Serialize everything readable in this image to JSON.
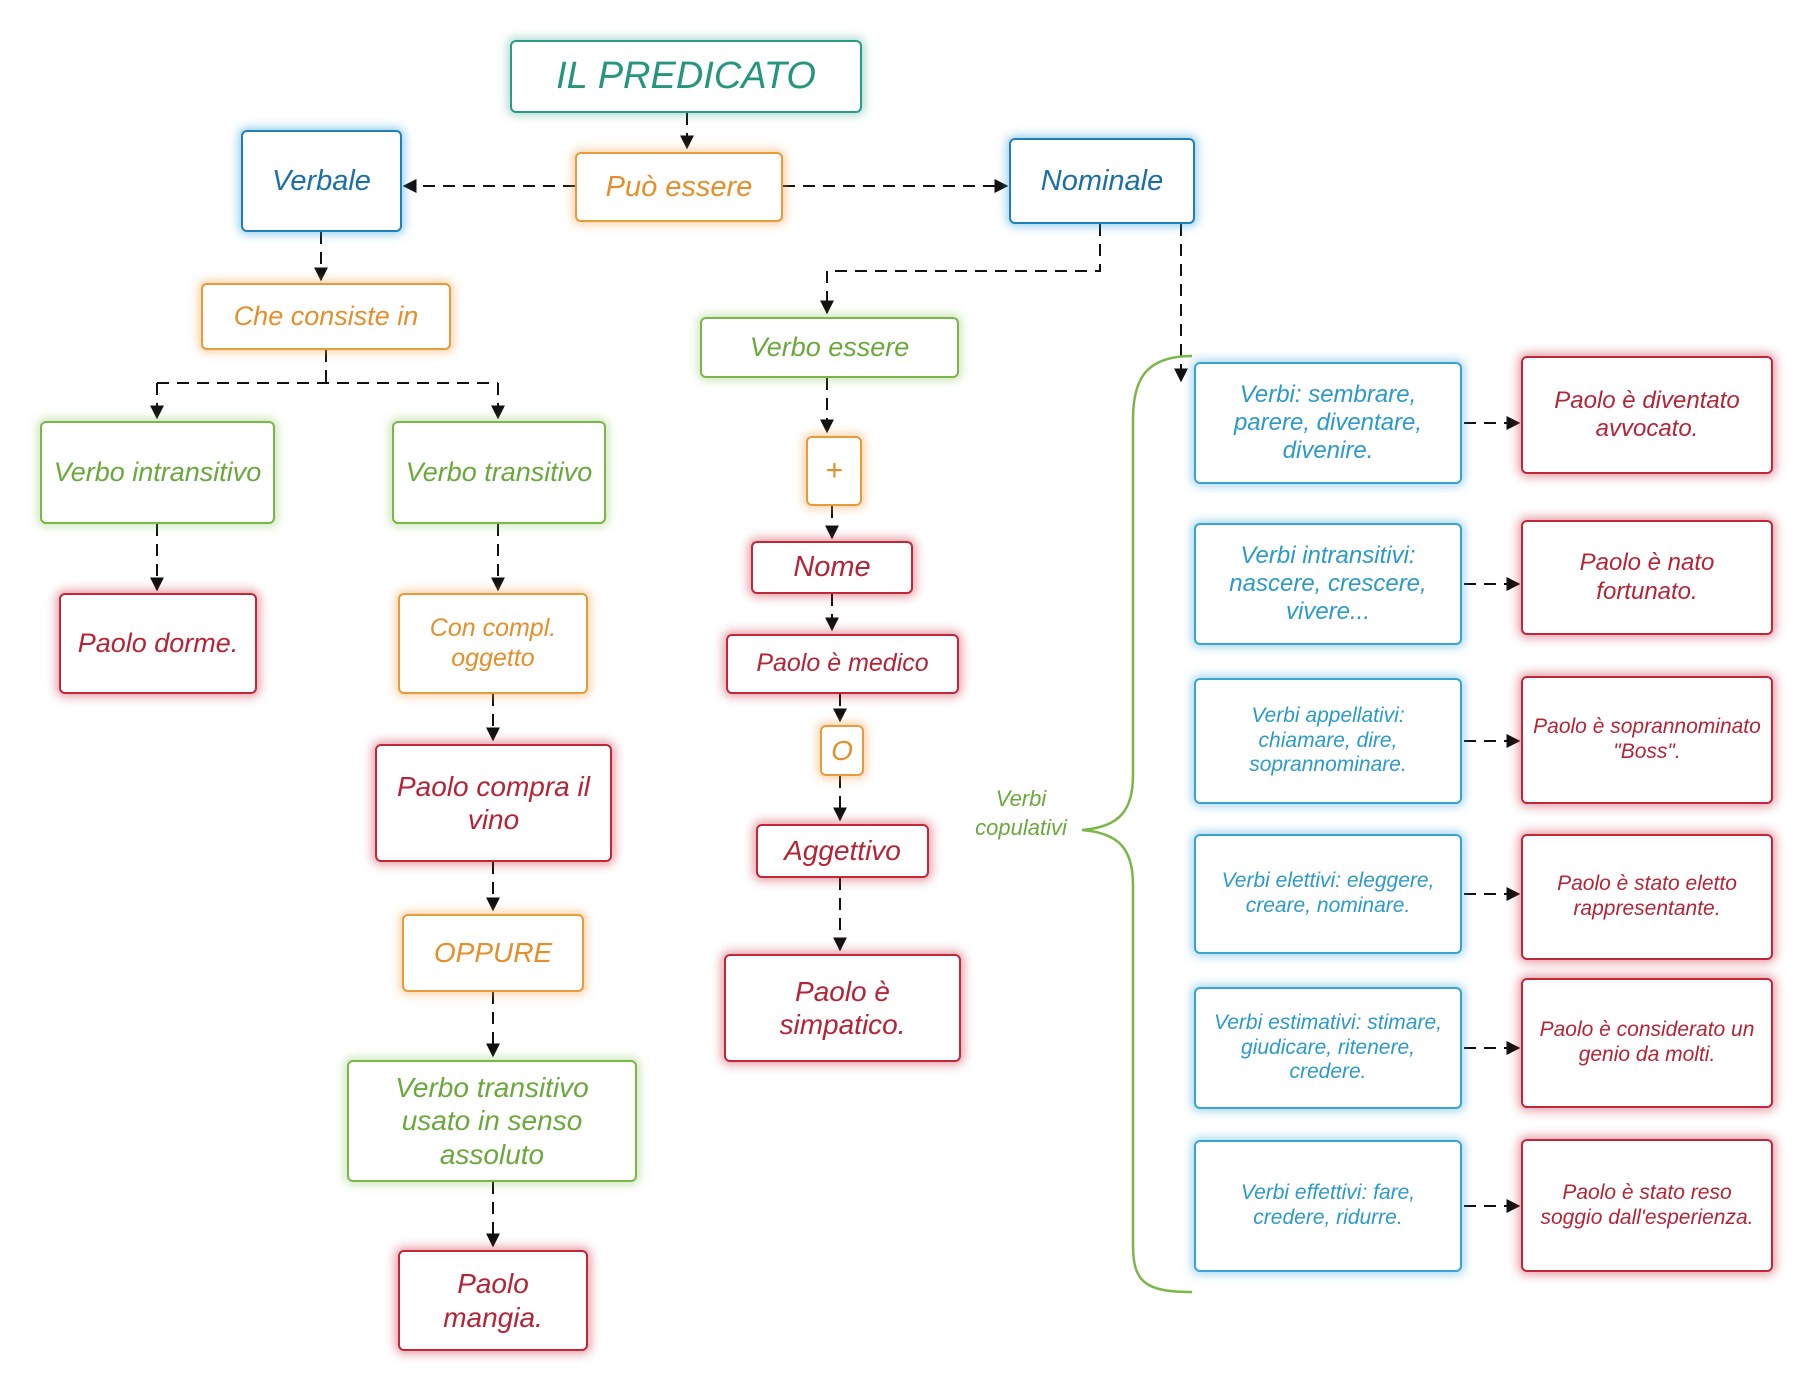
{
  "title": "IL PREDICATO",
  "nodes": {
    "puo_essere": "Può essere",
    "verbale": "Verbale",
    "nominale": "Nominale",
    "che_consiste_in": "Che consiste in",
    "verbo_intransitivo": "Verbo intransitivo",
    "verbo_transitivo": "Verbo transitivo",
    "paolo_dorme": "Paolo dorme.",
    "con_compl_oggetto": "Con compl. oggetto",
    "paolo_compra": "Paolo compra il vino",
    "oppure": "OPPURE",
    "verbo_transitivo_assoluto": "Verbo transitivo usato in senso assoluto",
    "paolo_mangia": "Paolo mangia.",
    "verbo_essere": "Verbo essere",
    "plus": "+",
    "nome": "Nome",
    "paolo_medico": "Paolo è medico",
    "o": "O",
    "aggettivo": "Aggettivo",
    "paolo_simpatico": "Paolo è simpatico."
  },
  "copulativi": {
    "label": "Verbi copulativi",
    "rows": [
      {
        "verbs": "Verbi: sembrare, parere, diventare, divenire.",
        "example": "Paolo è diventato avvocato."
      },
      {
        "verbs": "Verbi intransitivi: nascere, crescere, vivere...",
        "example": "Paolo è nato fortunato."
      },
      {
        "verbs": "Verbi appellativi: chiamare, dire, soprannominare.",
        "example": "Paolo è soprannominato \"Boss\"."
      },
      {
        "verbs": "Verbi elettivi: eleggere, creare, nominare.",
        "example": "Paolo è stato eletto rappresentante."
      },
      {
        "verbs": "Verbi estimativi: stimare, giudicare, ritenere, credere.",
        "example": "Paolo è considerato un genio da molti."
      },
      {
        "verbs": "Verbi effettivi: fare, credere, ridurre.",
        "example": "Paolo è stato reso soggio dall'esperienza."
      }
    ]
  },
  "colors": {
    "teal": "#2a9c84",
    "blue": "#1f7fbd",
    "light_blue": "#3aa3d6",
    "orange": "#e99a3b",
    "green": "#7ab648",
    "red": "#c0283a",
    "connector": "#111111"
  }
}
